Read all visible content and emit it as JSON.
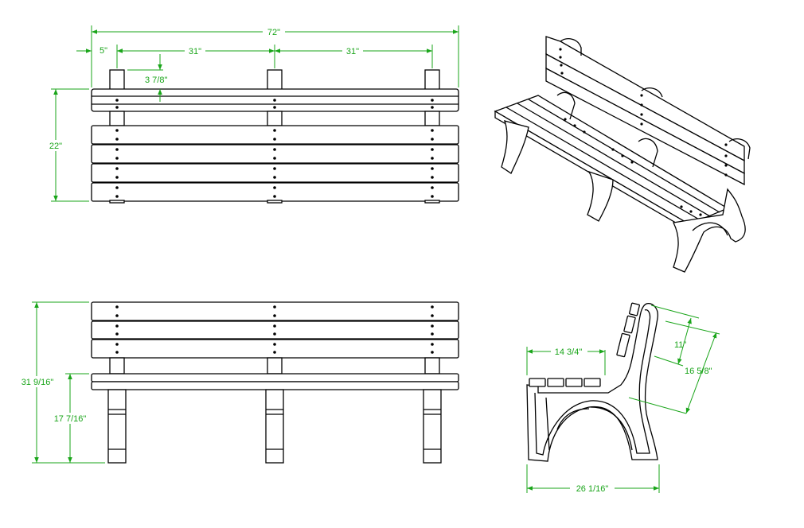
{
  "colors": {
    "dimension": "#1aa51a",
    "linework": "#000000",
    "background": "#ffffff"
  },
  "dimensions": {
    "overall_length": "72\"",
    "end_offset": "5\"",
    "leg_spacing_left": "31\"",
    "leg_spacing_right": "31\"",
    "leg_above_backrest": "3 7/8\"",
    "plan_depth": "22\"",
    "overall_height": "31 9/16\"",
    "seat_height": "17 7/16\"",
    "seat_depth": "14 3/4\"",
    "backrest_height": "11\"",
    "backrest_span": "16 5/8\"",
    "overall_depth": "26 1/16\""
  }
}
